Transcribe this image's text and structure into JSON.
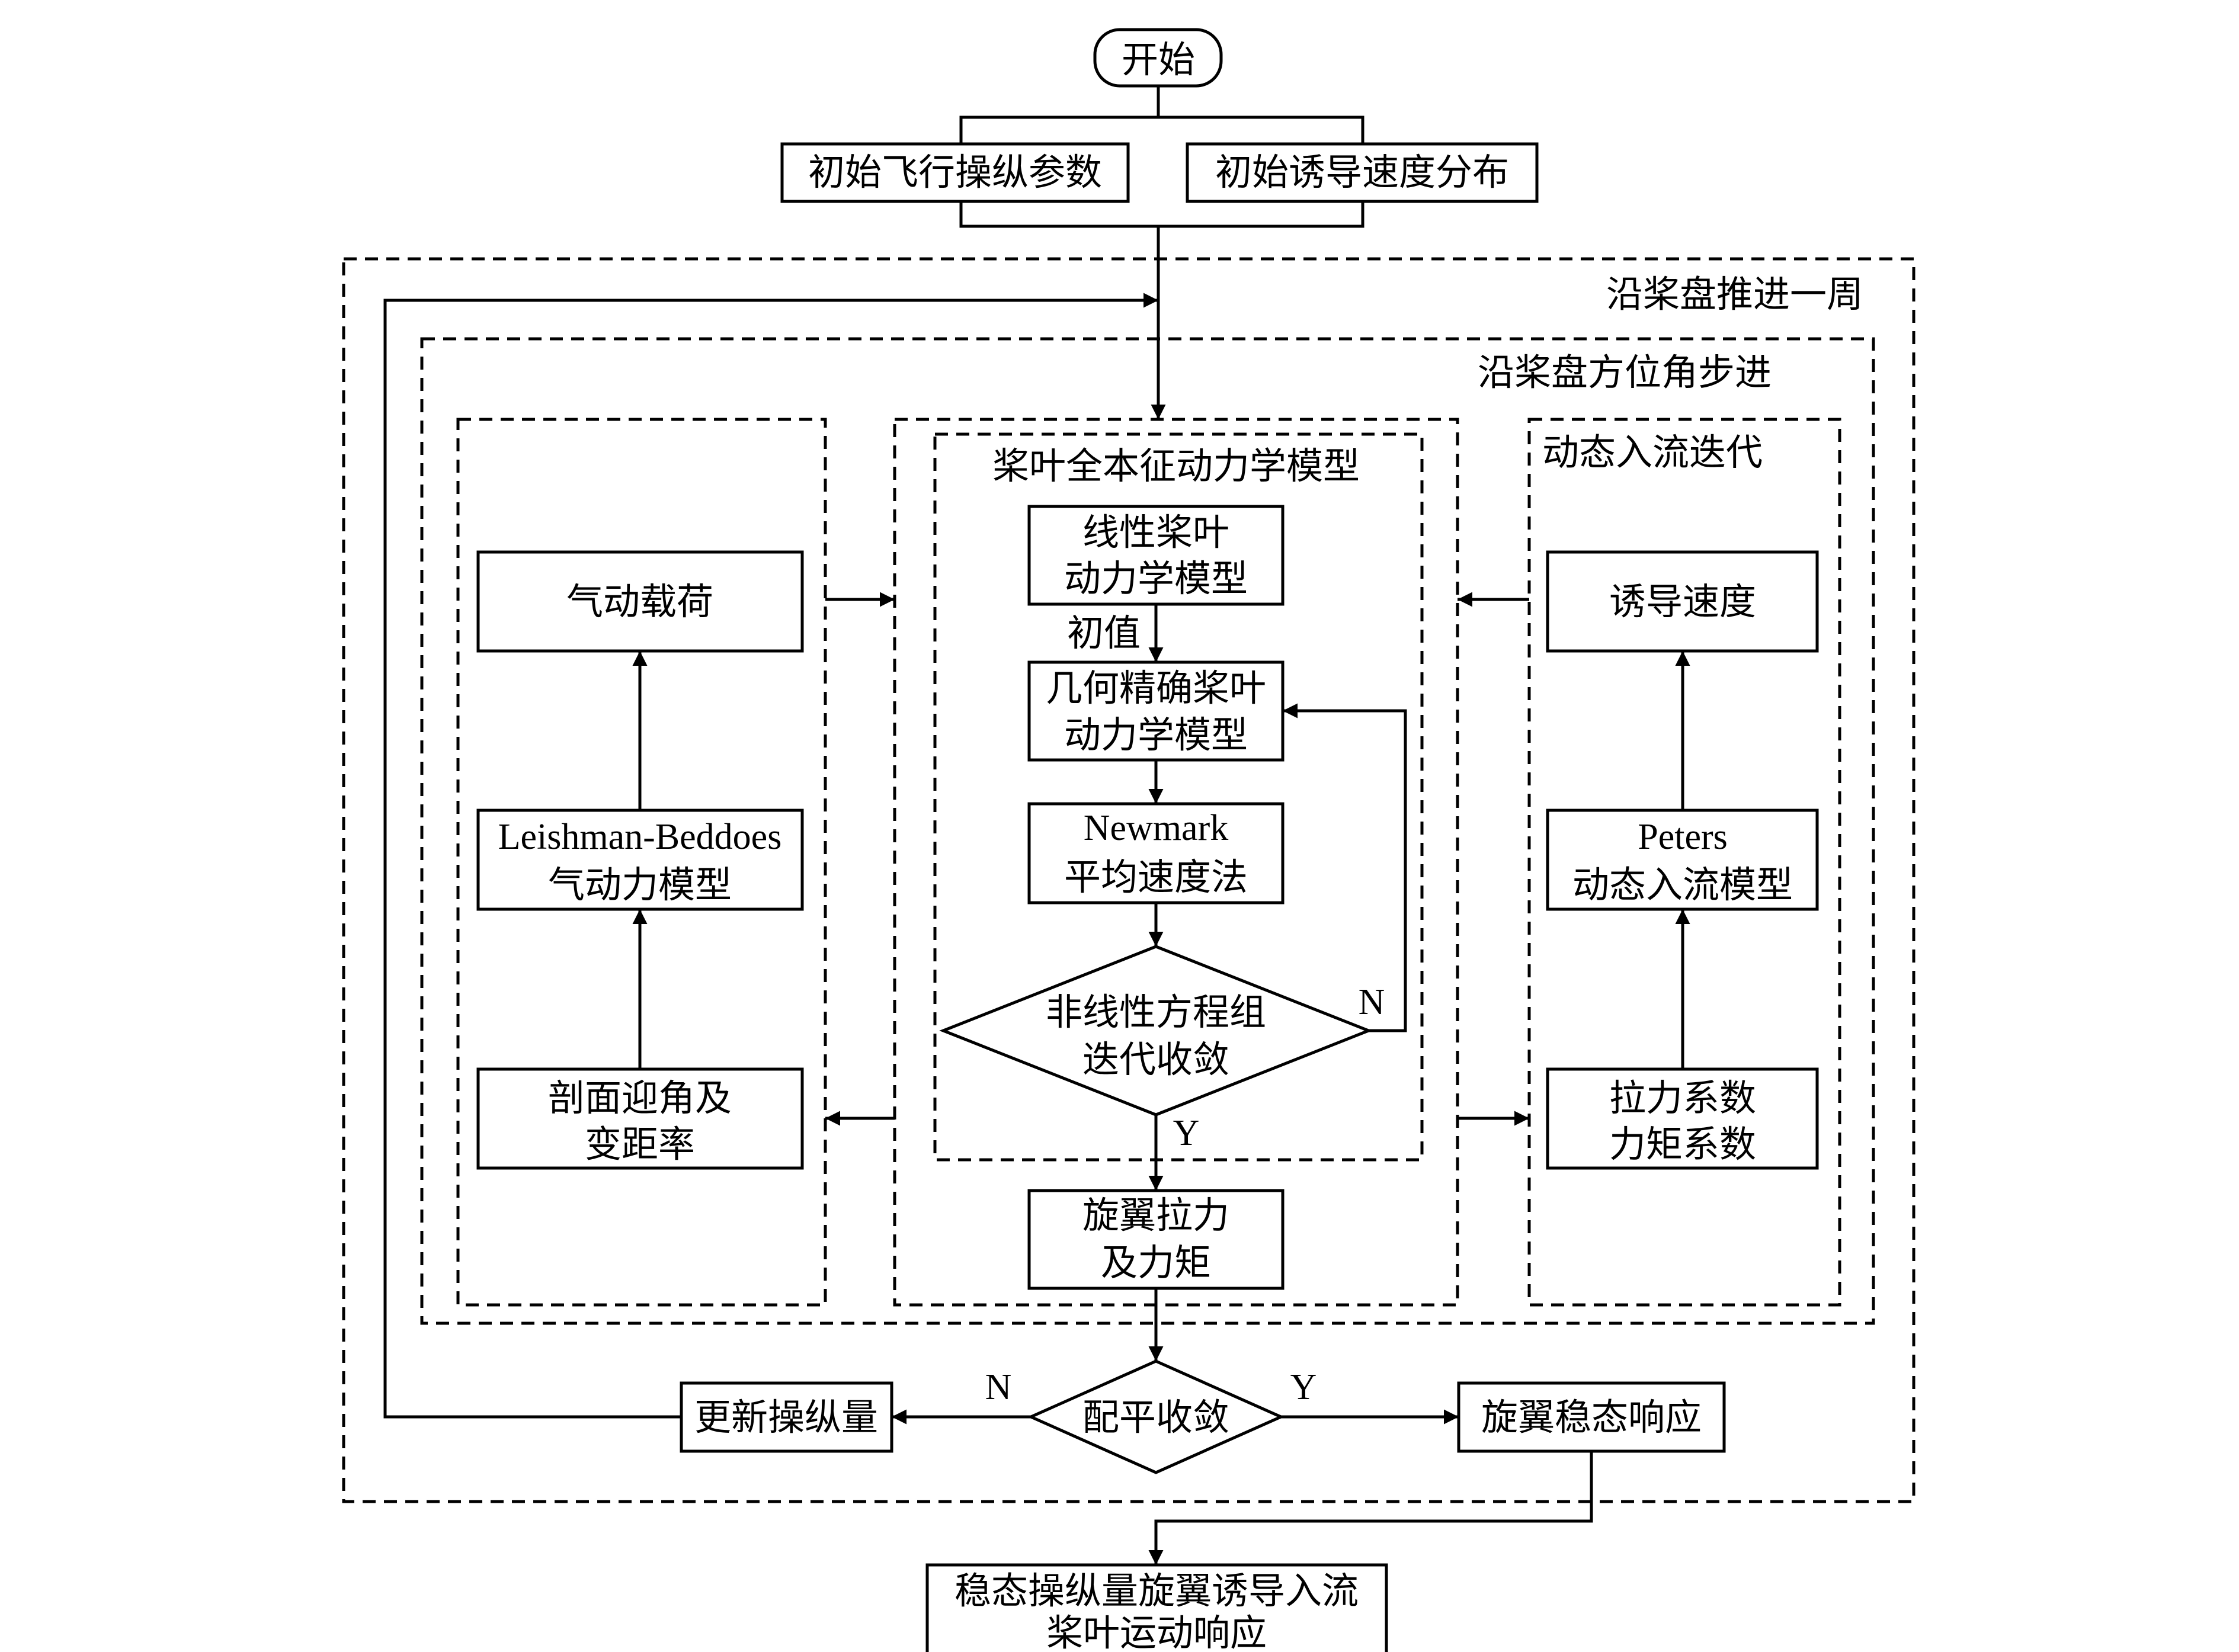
{
  "start": "开始",
  "init_control": "初始飞行操纵参数",
  "init_inflow": "初始诱导速度分布",
  "outer_loop_label": "沿桨盘推进一周",
  "inner_loop_label": "沿桨盘方位角步进",
  "left_panel": {
    "aero_load": "气动载荷",
    "lb_model_line1": "Leishman-Beddoes",
    "lb_model_line2": "气动力模型",
    "section_aoa_line1": "剖面迎角及",
    "section_aoa_line2": "变距率"
  },
  "center_panel": {
    "title": "桨叶全本征动力学模型",
    "linear_line1": "线性桨叶",
    "linear_line2": "动力学模型",
    "initial_value": "初值",
    "geo_line1": "几何精确桨叶",
    "geo_line2": "动力学模型",
    "newmark_line1": "Newmark",
    "newmark_line2": "平均速度法",
    "nonlinear_line1": "非线性方程组",
    "nonlinear_line2": "迭代收敛",
    "no": "N",
    "yes": "Y",
    "rotor_force_line1": "旋翼拉力",
    "rotor_force_line2": "及力矩"
  },
  "right_panel": {
    "title": "动态入流迭代",
    "induced_velocity": "诱导速度",
    "peters_line1": "Peters",
    "peters_line2": "动态入流模型",
    "coeff_line1": "拉力系数",
    "coeff_line2": "力矩系数"
  },
  "trim": {
    "converge": "配平收敛",
    "no": "N",
    "yes": "Y",
    "update": "更新操纵量",
    "steady_response": "旋翼稳态响应"
  },
  "output_line1": "稳态操纵量旋翼诱导入流",
  "output_line2": "桨叶运动响应"
}
